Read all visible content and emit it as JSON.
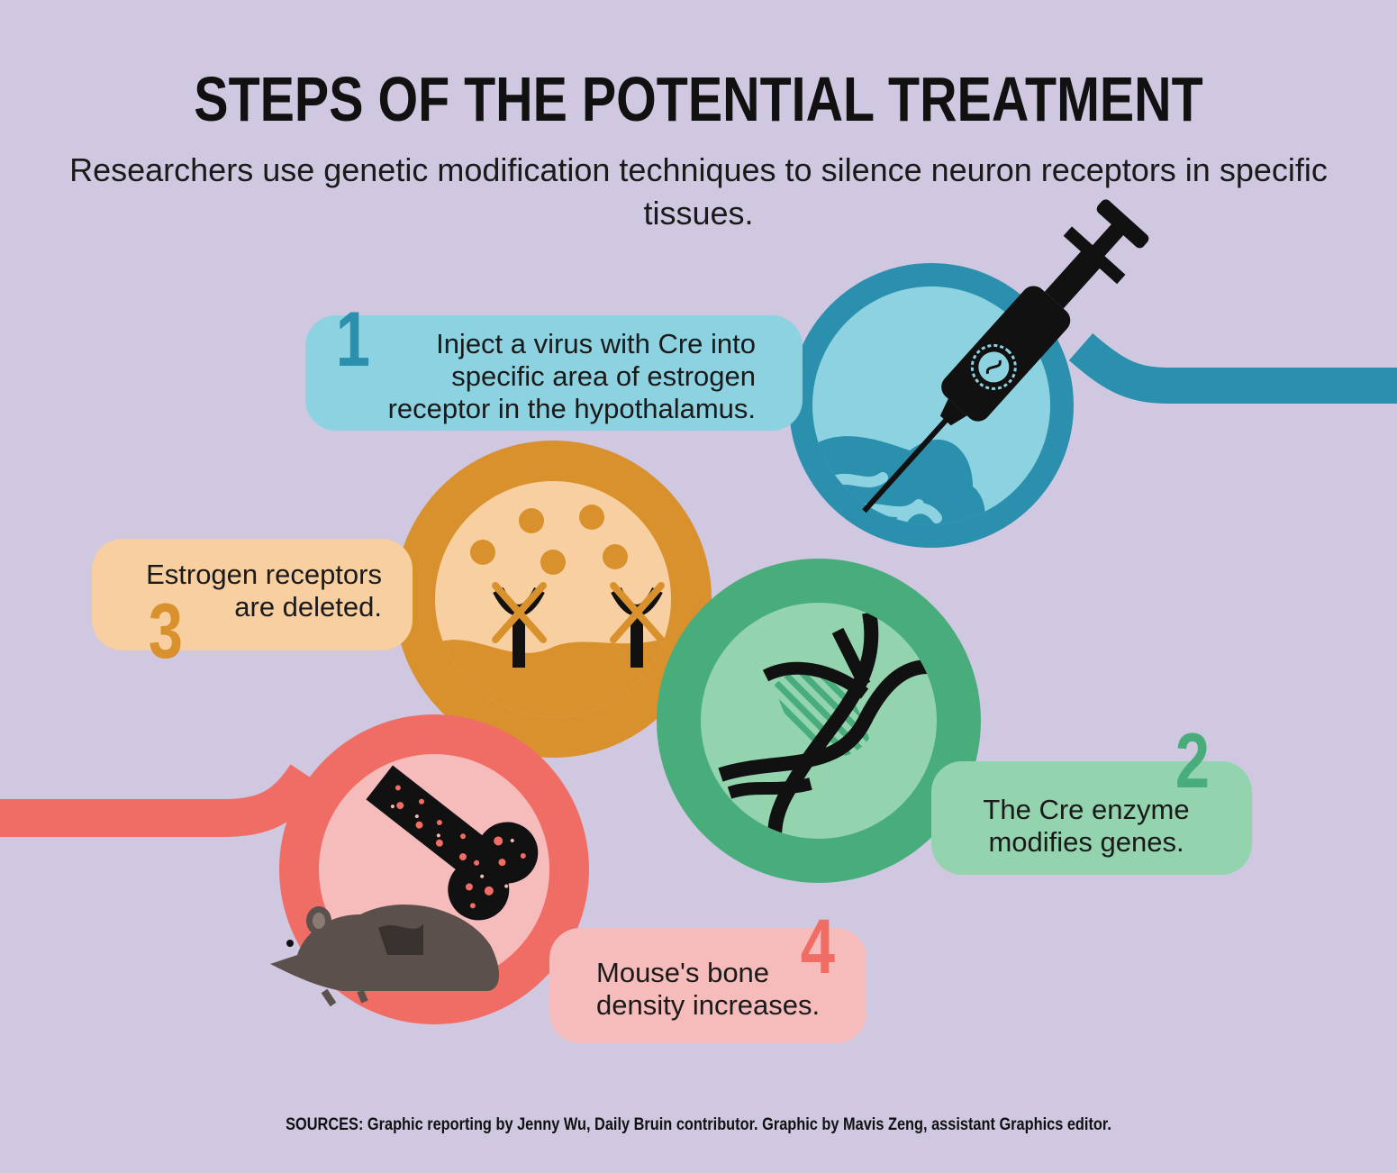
{
  "title": "STEPS OF THE POTENTIAL TREATMENT",
  "subtitle": "Researchers use genetic modification techniques to silence neuron receptors in specific tissues.",
  "steps": [
    {
      "number": "1",
      "text_lines": [
        "Inject a virus with Cre into",
        "specific area of estrogen",
        "receptor in the hypothalamus."
      ]
    },
    {
      "number": "2",
      "text_lines": [
        "The Cre enzyme",
        "modifies genes."
      ]
    },
    {
      "number": "3",
      "text_lines": [
        "Estrogen receptors",
        "are deleted."
      ]
    },
    {
      "number": "4",
      "text_lines": [
        "Mouse's bone",
        "density increases."
      ]
    }
  ],
  "sources": "SOURCES: Graphic reporting by Jenny Wu, Daily Bruin contributor. Graphic by Mavis Zeng, assistant Graphics editor.",
  "colors": {
    "background": "#d0c7e1",
    "step1": "#2b8fae",
    "step2": "#48ad7b",
    "step3": "#d8912c",
    "step4": "#ef6d64"
  }
}
